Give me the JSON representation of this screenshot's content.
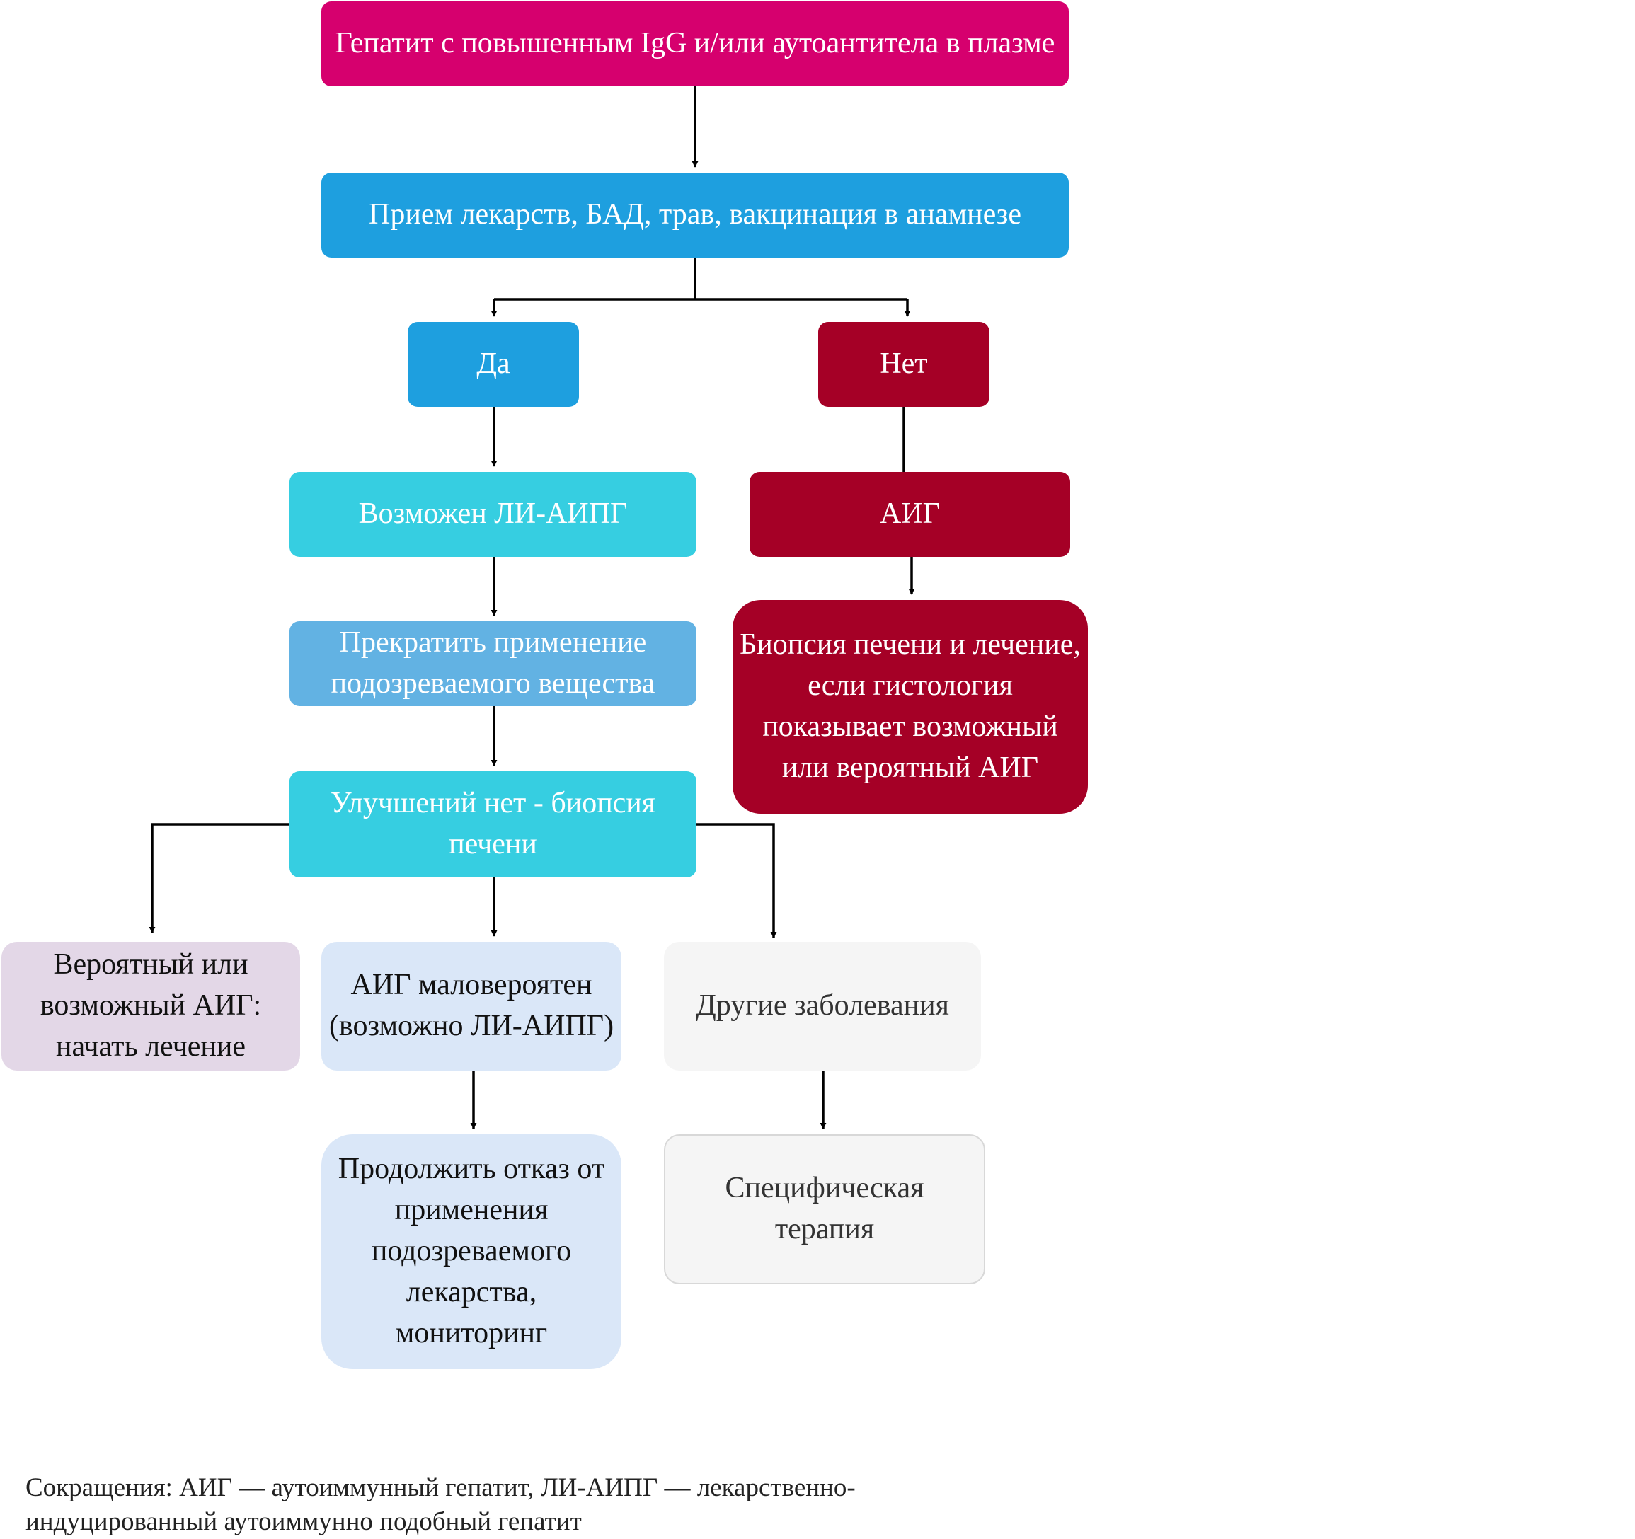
{
  "colors": {
    "magenta": "#d6006e",
    "blue": "#1e9fdf",
    "dark_red": "#a50026",
    "cyan": "#36cee1",
    "light_blue": "#62b2e3",
    "lavender": "#e3d7e7",
    "pale_blue": "#dae7f8",
    "light_gray": "#f5f5f5"
  },
  "nodes": {
    "top": "Гепатит с повышенным IgG и/или аутоантитела в плазме",
    "history": "Прием лекарств, БАД, трав, вакцинация в анамнезе",
    "yes": "Да",
    "no": "Нет",
    "possible_di_ailh": "Возможен ЛИ-АИПГ",
    "aih": "АИГ",
    "stop_substance": "Прекратить применение подозреваемого вещества",
    "biopsy_treatment": "Биопсия печени и лечение, если гистология показывает возможный или вероятный АИГ",
    "no_improvement": "Улучшений нет - биопсия печени",
    "probable_aih": "Вероятный или возможный АИГ: начать лечение",
    "aih_unlikely": "АИГ маловероятен (возможно ЛИ-АИПГ)",
    "other_diseases": "Другие заболевания",
    "continue_withdrawal": "Продолжить отказ от применения подозреваемого лекарства, мониторинг",
    "specific_therapy": "Специфическая терапия"
  },
  "footnote": "Сокращения: АИГ — аутоиммунный гепатит, ЛИ-АИПГ — лекарственно-индуцированный аутоиммунно подобный гепатит"
}
